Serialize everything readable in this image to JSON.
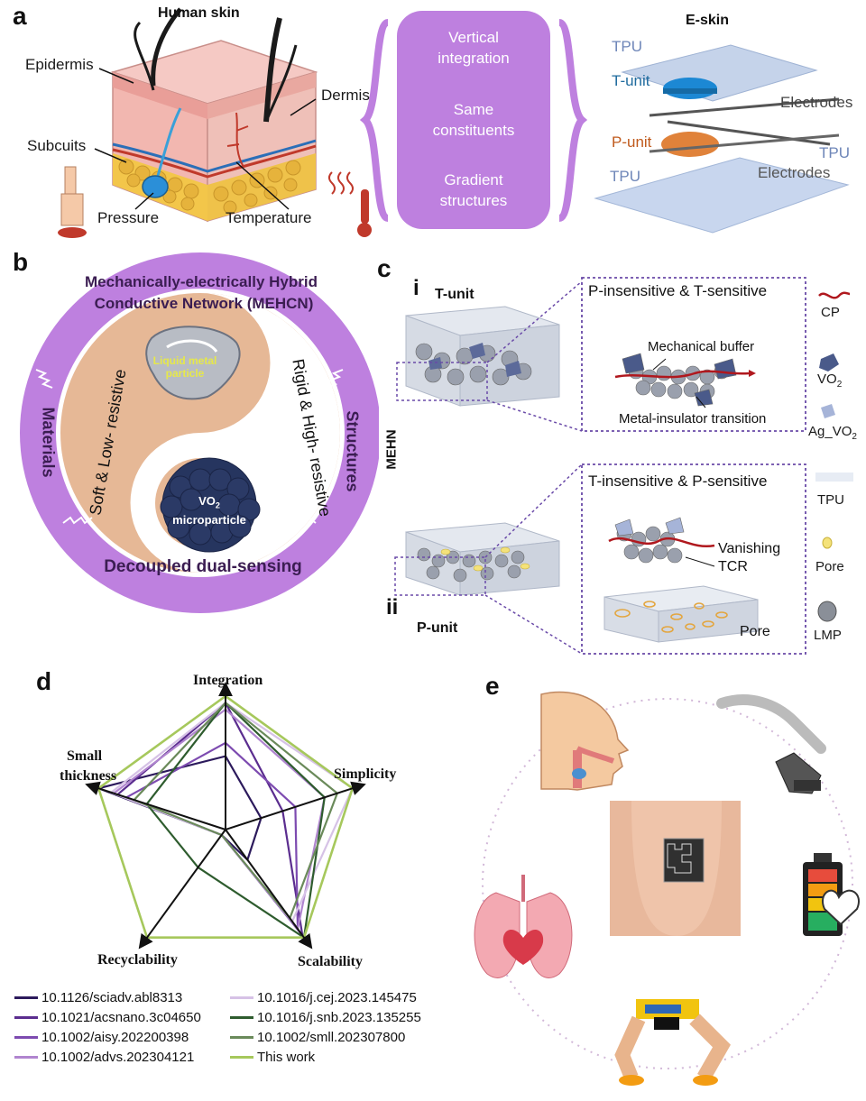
{
  "panel_a": {
    "letter": "a",
    "human_skin_title": "Human skin",
    "epidermis": "Epidermis",
    "dermis": "Dermis",
    "subcuits": "Subcuits",
    "pressure": "Pressure",
    "temperature": "Temperature",
    "middle_box": [
      "Vertical",
      "integration",
      "Same",
      "constituents",
      "Gradient",
      "structures"
    ],
    "eskin_title": "E-skin",
    "tpu_top": "TPU",
    "t_unit": "T-unit",
    "electrodes_top": "Electrodes",
    "p_unit": "P-unit",
    "tpu_right": "TPU",
    "tpu_bottom": "TPU",
    "electrodes_bottom": "Electrodes"
  },
  "panel_b": {
    "letter": "b",
    "ring_top": "Mechanically-electrically Hybrid",
    "ring_top2": "Conductive Network (MEHCN)",
    "ring_left": "Materials",
    "ring_right": "Structures",
    "ring_bottom": "Decoupled dual-sensing",
    "soft": "Soft & Low- resistive",
    "rigid": "Rigid & High- resistive",
    "liquid_metal": [
      "Liquid metal",
      "particle"
    ],
    "vo2_a": "VO",
    "vo2_sub": "2",
    "vo2_b": "microparticle"
  },
  "panel_c": {
    "letter": "c",
    "roman_i": "i",
    "roman_ii": "ii",
    "t_unit": "T-unit",
    "p_unit": "P-unit",
    "mehn": "MEHN",
    "box1_title": "P-insensitive & T-sensitive",
    "mech_buffer": "Mechanical buffer",
    "mit": "Metal-insulator transition",
    "box2_title": "T-insensitive & P-sensitive",
    "vanishing": "Vanishing",
    "tcr": "TCR",
    "pore_box": "Pore",
    "legend": {
      "cp": "CP",
      "vo2": "VO",
      "vo2_sub": "2",
      "agvo2": "Ag_VO",
      "agvo2_sub": "2",
      "tpu": "TPU",
      "pore": "Pore",
      "lmp": "LMP"
    }
  },
  "panel_d": {
    "letter": "d",
    "axes": [
      "Integration",
      "Simplicity",
      "Scalability",
      "Recyclability",
      "Small",
      "thickness"
    ],
    "chart_data": {
      "type": "radar",
      "axes": [
        "Integration",
        "Simplicity",
        "Scalability",
        "Recyclability",
        "Small thickness"
      ],
      "series": [
        {
          "name": "10.1126/sciadv.abl8313",
          "color": "#2c1a5c",
          "values": [
            0.55,
            0.28,
            0.28,
            0.05,
            1.0
          ]
        },
        {
          "name": "10.1021/acsnano.3c04650",
          "color": "#5b2d8f",
          "values": [
            0.95,
            0.45,
            0.98,
            0.05,
            0.85
          ]
        },
        {
          "name": "10.1002/aisy.202200398",
          "color": "#7d4bb0",
          "values": [
            0.65,
            0.55,
            0.92,
            0.05,
            0.78
          ]
        },
        {
          "name": "10.1002/advs.202304121",
          "color": "#b085cf",
          "values": [
            0.9,
            0.78,
            0.92,
            0.05,
            0.88
          ]
        },
        {
          "name": "10.1016/j.cej.2023.145475",
          "color": "#d6c2e6",
          "values": [
            0.95,
            1.0,
            0.85,
            0.05,
            0.9
          ]
        },
        {
          "name": "10.1016/j.snb.2023.135255",
          "color": "#2e5c2e",
          "values": [
            0.95,
            0.78,
            1.0,
            0.35,
            0.62
          ]
        },
        {
          "name": "10.1002/smll.202307800",
          "color": "#6a8a5a",
          "values": [
            0.95,
            0.88,
            0.82,
            0.05,
            0.72
          ]
        },
        {
          "name": "This work",
          "color": "#a6c85c",
          "values": [
            1.0,
            1.0,
            1.0,
            1.0,
            1.0
          ]
        }
      ]
    }
  },
  "panel_e": {
    "letter": "e"
  }
}
